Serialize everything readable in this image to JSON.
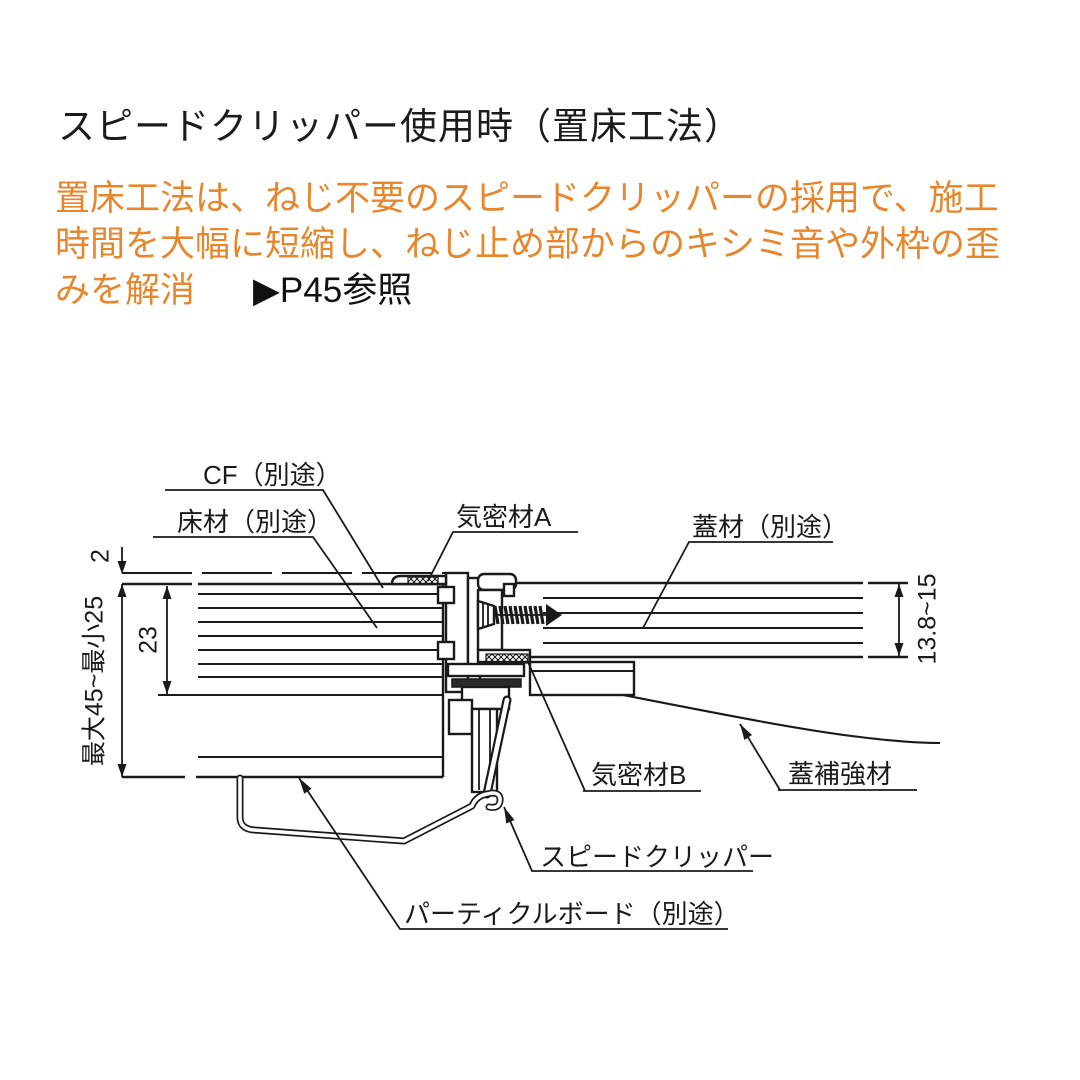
{
  "page": {
    "title": "スピードクリッパー使用時（置床工法）",
    "intro": {
      "line1": "置床工法は、ねじ不要のスピードクリッパーの採用で、施工",
      "line2": "時間を大幅に短縮し、ねじ止め部からのキシミ音や外枠の歪",
      "line3": "みを解消",
      "reference": "▶P45参照"
    },
    "accent_color": "#e6862d"
  },
  "diagram": {
    "labels": {
      "cf": "CF（別途）",
      "floor_material": "床材（別途）",
      "seal_a": "気密材A",
      "lid_material": "蓋材（別途）",
      "seal_b": "気密材B",
      "lid_reinforcement": "蓋補強材",
      "speed_clipper": "スピードクリッパー",
      "particle_board": "パーティクルボード（別途）"
    },
    "dimensions": {
      "cf_thickness": "2",
      "floor_thickness": "23",
      "overall_height": "最大45~最小25",
      "lid_thickness": "13.8~15"
    }
  }
}
